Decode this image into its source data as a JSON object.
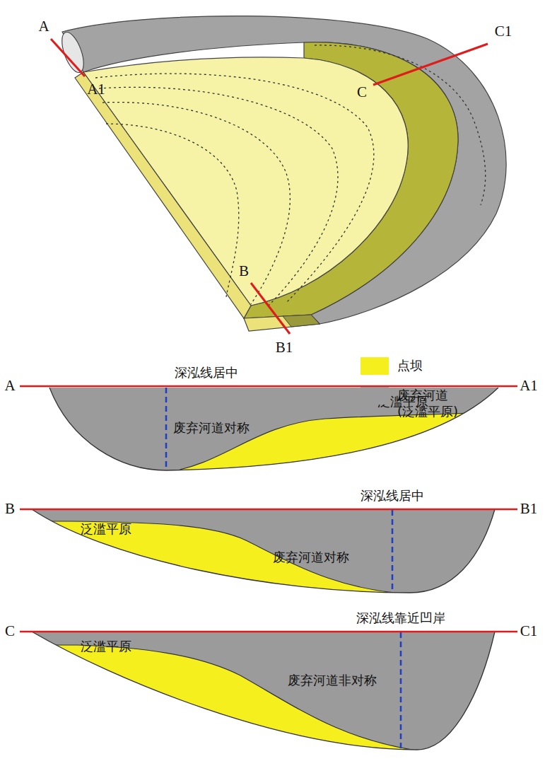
{
  "diagram": {
    "labels": [
      "A",
      "A1",
      "C1",
      "C",
      "B",
      "B1",
      "A",
      "深泓线居中",
      "泛滥平原",
      "废弃河道对称",
      "A1",
      "B",
      "深泓线居中",
      "泛滥平原",
      "废弃河道对称",
      "B1",
      "C",
      "深泓线靠近凹岸",
      "泛滥平原",
      "废弃河道非对称",
      "C1"
    ],
    "legend": [
      {
        "text": "点坝",
        "color": "#f5ef1e"
      },
      {
        "text": "废弃河道 (泛滥平原)",
        "color": "#9b9b9b"
      }
    ]
  }
}
